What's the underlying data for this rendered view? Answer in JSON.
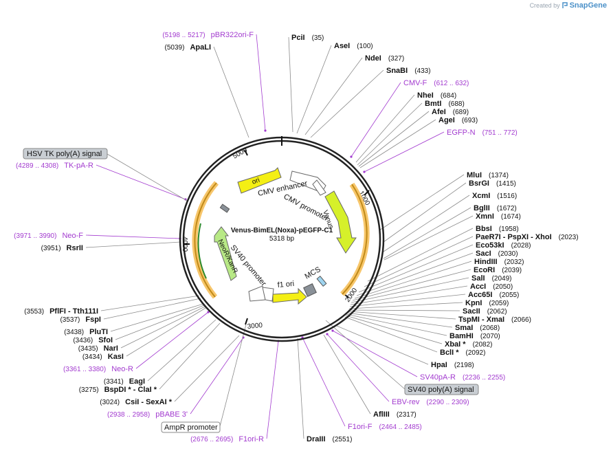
{
  "brand": {
    "created_by": "Created by",
    "app_name": "SnapGene"
  },
  "plasmid": {
    "name": "Venus-BimEL(Noxa)-pEGFP-C1",
    "length_label": "5318 bp"
  },
  "colors": {
    "primer": "#a23acf",
    "ring": "#222222",
    "feature_yellow": "#f4ef14",
    "feature_orange": "#f7c66b",
    "feature_green": "#b8e986"
  },
  "ring_ticks": [
    "1000",
    "2000",
    "3000",
    "4000",
    "5000"
  ],
  "features": [
    {
      "label": "ori"
    },
    {
      "label": "CMV enhancer"
    },
    {
      "label": "CMV promoter"
    },
    {
      "label": "Venus"
    },
    {
      "label": "MCS"
    },
    {
      "label": "f1 ori"
    },
    {
      "label": "SV40 promoter"
    },
    {
      "label": "NeoR/KanR"
    }
  ],
  "boxed_features": [
    {
      "label": "HSV TK poly(A) signal"
    },
    {
      "label": "SV40 poly(A) signal"
    },
    {
      "label": "AmpR promoter"
    }
  ],
  "right_labels": [
    {
      "kind": "enzyme",
      "name": "PciI",
      "pos": "(35)"
    },
    {
      "kind": "enzyme",
      "name": "AseI",
      "pos": "(100)"
    },
    {
      "kind": "enzyme",
      "name": "NdeI",
      "pos": "(327)"
    },
    {
      "kind": "enzyme",
      "name": "SnaBI",
      "pos": "(433)"
    },
    {
      "kind": "primer",
      "name": "CMV-F",
      "pos": "(612 .. 632)"
    },
    {
      "kind": "enzyme",
      "name": "NheI",
      "pos": "(684)"
    },
    {
      "kind": "enzyme",
      "name": "BmtI",
      "pos": "(688)"
    },
    {
      "kind": "enzyme",
      "name": "AfeI",
      "pos": "(689)"
    },
    {
      "kind": "enzyme",
      "name": "AgeI",
      "pos": "(693)"
    },
    {
      "kind": "primer",
      "name": "EGFP-N",
      "pos": "(751 .. 772)"
    },
    {
      "kind": "enzyme",
      "name": "MluI",
      "pos": "(1374)"
    },
    {
      "kind": "enzyme",
      "name": "BsrGI",
      "pos": "(1415)"
    },
    {
      "kind": "enzyme",
      "name": "XcmI",
      "pos": "(1516)"
    },
    {
      "kind": "enzyme",
      "name": "BglII",
      "pos": "(1672)"
    },
    {
      "kind": "enzyme",
      "name": "XmnI",
      "pos": "(1674)"
    },
    {
      "kind": "enzyme",
      "name": "BbsI",
      "pos": "(1958)"
    },
    {
      "kind": "enzyme",
      "name": "PaeR7I  - PspXI  - XhoI",
      "pos": "(2023)"
    },
    {
      "kind": "enzyme",
      "name": "Eco53kI",
      "pos": "(2028)"
    },
    {
      "kind": "enzyme",
      "name": "SacI",
      "pos": "(2030)"
    },
    {
      "kind": "enzyme",
      "name": "HindIII",
      "pos": "(2032)"
    },
    {
      "kind": "enzyme",
      "name": "EcoRI",
      "pos": "(2039)"
    },
    {
      "kind": "enzyme",
      "name": "SalI",
      "pos": "(2049)"
    },
    {
      "kind": "enzyme",
      "name": "AccI",
      "pos": "(2050)"
    },
    {
      "kind": "enzyme",
      "name": "Acc65I",
      "pos": "(2055)"
    },
    {
      "kind": "enzyme",
      "name": "KpnI",
      "pos": "(2059)"
    },
    {
      "kind": "enzyme",
      "name": "SacII",
      "pos": "(2062)"
    },
    {
      "kind": "enzyme",
      "name": "TspMI  - XmaI",
      "pos": "(2066)"
    },
    {
      "kind": "enzyme",
      "name": "SmaI",
      "pos": "(2068)"
    },
    {
      "kind": "enzyme",
      "name": "BamHI",
      "pos": "(2070)"
    },
    {
      "kind": "enzyme",
      "name": "XbaI *",
      "pos": "(2082)"
    },
    {
      "kind": "enzyme",
      "name": "BclI *",
      "pos": "(2092)"
    },
    {
      "kind": "enzyme",
      "name": "HpaI",
      "pos": "(2198)"
    },
    {
      "kind": "primer",
      "name": "SV40pA-R",
      "pos": "(2236 .. 2255)"
    },
    {
      "kind": "primer",
      "name": "EBV-rev",
      "pos": "(2290 .. 2309)"
    },
    {
      "kind": "enzyme",
      "name": "AflIII",
      "pos": "(2317)"
    },
    {
      "kind": "primer",
      "name": "F1ori-F",
      "pos": "(2464 .. 2485)"
    },
    {
      "kind": "enzyme",
      "name": "DraIII",
      "pos": "(2551)"
    }
  ],
  "left_labels": [
    {
      "kind": "primer",
      "name": "pBR322ori-F",
      "pos": "(5198 .. 5217)"
    },
    {
      "kind": "enzyme",
      "name": "ApaLI",
      "pos": "(5039)"
    },
    {
      "kind": "primer",
      "name": "TK-pA-R",
      "pos": "(4289 .. 4308)"
    },
    {
      "kind": "primer",
      "name": "Neo-F",
      "pos": "(3971 .. 3990)"
    },
    {
      "kind": "enzyme",
      "name": "RsrII",
      "pos": "(3951)"
    },
    {
      "kind": "enzyme",
      "name": "PflFI  - Tth111I",
      "pos": "(3553)"
    },
    {
      "kind": "enzyme",
      "name": "FspI",
      "pos": "(3537)"
    },
    {
      "kind": "enzyme",
      "name": "PluTI",
      "pos": "(3438)"
    },
    {
      "kind": "enzyme",
      "name": "SfoI",
      "pos": "(3436)"
    },
    {
      "kind": "enzyme",
      "name": "NarI",
      "pos": "(3435)"
    },
    {
      "kind": "enzyme",
      "name": "KasI",
      "pos": "(3434)"
    },
    {
      "kind": "primer",
      "name": "Neo-R",
      "pos": "(3361 .. 3380)"
    },
    {
      "kind": "enzyme",
      "name": "EagI",
      "pos": "(3341)"
    },
    {
      "kind": "enzyme",
      "name": "BspDI *  - ClaI *",
      "pos": "(3275)"
    },
    {
      "kind": "enzyme",
      "name": "CsiI  - SexAI *",
      "pos": "(3024)"
    },
    {
      "kind": "primer",
      "name": "pBABE 3'",
      "pos": "(2938 .. 2958)"
    },
    {
      "kind": "primer",
      "name": "F1ori-R",
      "pos": "(2676 .. 2695)"
    }
  ]
}
